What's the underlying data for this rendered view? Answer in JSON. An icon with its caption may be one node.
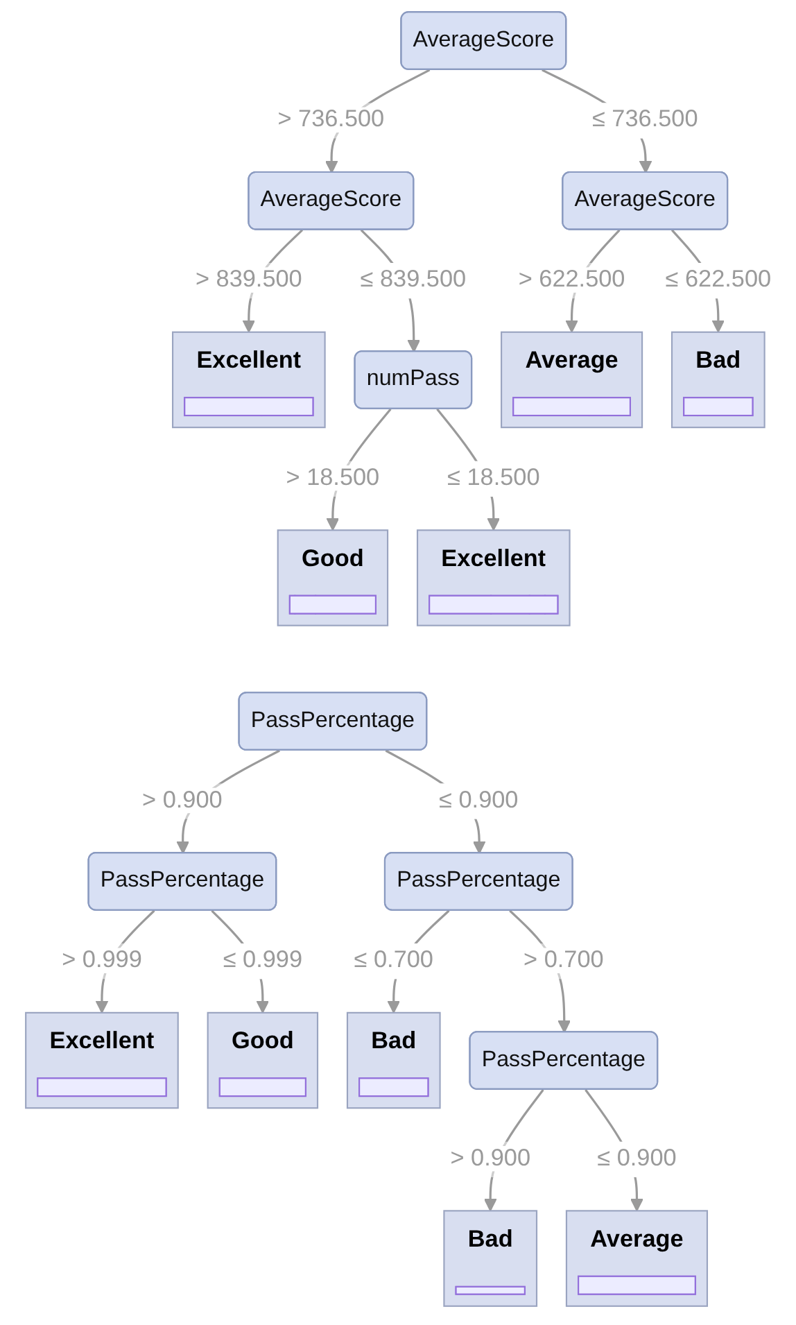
{
  "diagram": {
    "nodes": [
      {
        "text": [
          "AverageScore"
        ]
      },
      {
        "text": [
          "AverageScore"
        ]
      },
      {
        "text": [
          "AverageScore"
        ]
      },
      {
        "text": [
          "Excellent"
        ]
      },
      {
        "text": [
          "numPass"
        ]
      },
      {
        "text": [
          "Average"
        ]
      },
      {
        "text": [
          "Bad"
        ]
      },
      {
        "text": [
          "Good"
        ]
      },
      {
        "text": [
          "Excellent"
        ]
      },
      {
        "text": [
          "PassPercentage"
        ]
      },
      {
        "text": [
          "PassPercentage"
        ]
      },
      {
        "text": [
          "PassPercentage"
        ]
      },
      {
        "text": [
          "Excellent"
        ]
      },
      {
        "text": [
          "Good"
        ]
      },
      {
        "text": [
          "Bad"
        ]
      },
      {
        "text": [
          "PassPercentage"
        ]
      },
      {
        "text": [
          "Bad"
        ]
      },
      {
        "text": [
          "Average"
        ]
      }
    ],
    "edges": [
      {
        "from": 0,
        "to": 1,
        "arrow": "to",
        "label": "> 736.500"
      },
      {
        "from": 0,
        "to": 2,
        "arrow": "to",
        "label": "≤ 736.500"
      },
      {
        "from": 1,
        "to": 3,
        "arrow": "to",
        "label": "> 839.500"
      },
      {
        "from": 1,
        "to": 4,
        "arrow": "to",
        "label": "≤ 839.500"
      },
      {
        "from": 2,
        "to": 5,
        "arrow": "to",
        "label": "> 622.500"
      },
      {
        "from": 2,
        "to": 6,
        "arrow": "to",
        "label": "≤ 622.500"
      },
      {
        "from": 4,
        "to": 7,
        "arrow": "to",
        "label": "> 18.500"
      },
      {
        "from": 4,
        "to": 8,
        "arrow": "to",
        "label": "≤ 18.500"
      },
      {
        "from": 9,
        "to": 10,
        "arrow": "to",
        "label": "> 0.900"
      },
      {
        "from": 9,
        "to": 11,
        "arrow": "to",
        "label": "≤ 0.900"
      },
      {
        "from": 10,
        "to": 12,
        "arrow": "to",
        "label": "> 0.999"
      },
      {
        "from": 10,
        "to": 13,
        "arrow": "to",
        "label": "≤ 0.999"
      },
      {
        "from": 11,
        "to": 15,
        "arrow": "to",
        "label": "> 0.700"
      },
      {
        "from": 11,
        "to": 14,
        "arrow": "to",
        "label": "≤ 0.700"
      },
      {
        "from": 15,
        "to": 16,
        "arrow": "to",
        "label": "> 0.900"
      },
      {
        "from": 15,
        "to": 17,
        "arrow": "to",
        "label": "≤ 0.900"
      }
    ]
  }
}
